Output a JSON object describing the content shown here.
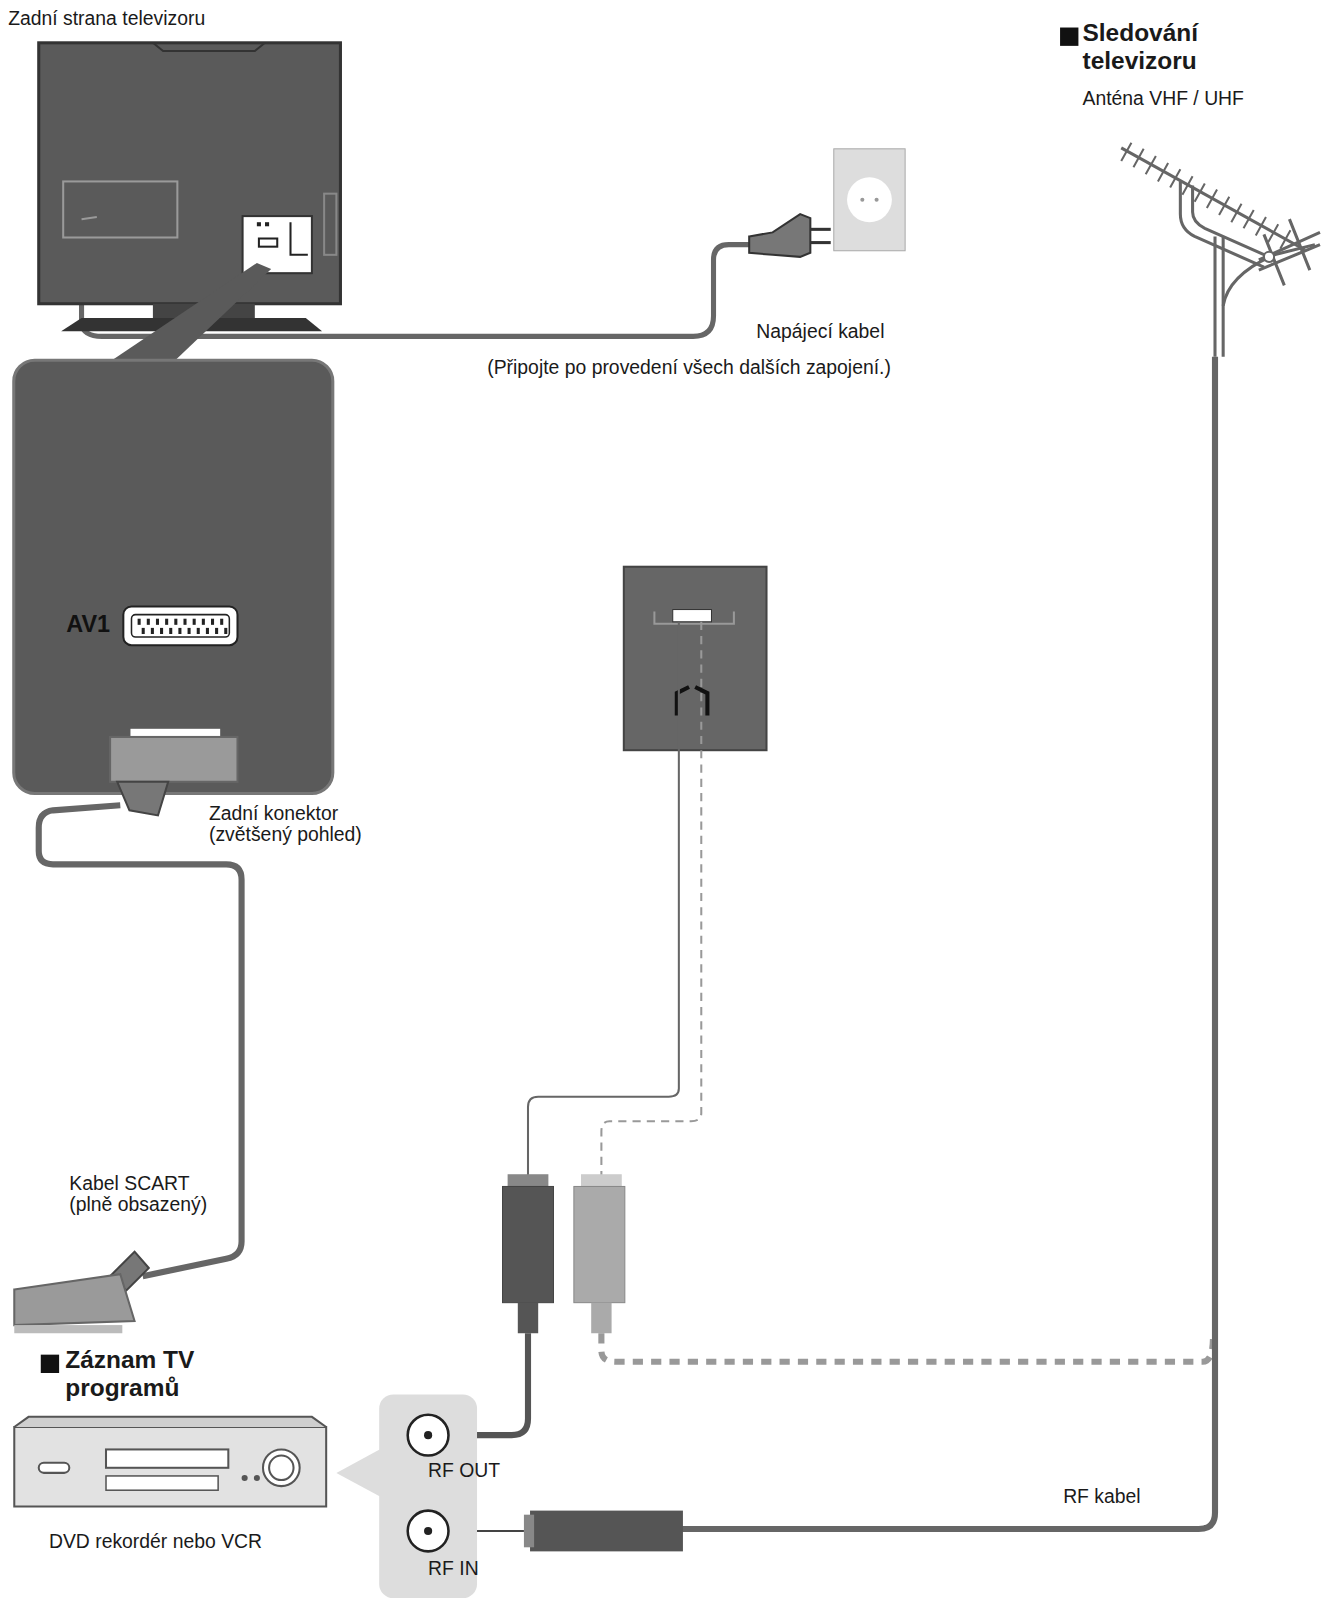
{
  "diagram": {
    "nodes": [
      {
        "text": [
          "AV1"
        ]
      },
      {
        "text": [
          "RF OUT",
          "RF IN"
        ]
      }
    ],
    "labels": [
      "Zadní strana televizoru",
      "Sledování televizoru",
      "Anténa VHF / UHF",
      "Napájecí kabel",
      "(Připojte po provedení všech dalších zapojení.)",
      "Zadní konektor (zvětšený pohled)",
      "Kabel SCART (plně obsazený)",
      "Záznam TV programů",
      "DVD rekordér nebo VCR",
      "RF kabel"
    ]
  }
}
